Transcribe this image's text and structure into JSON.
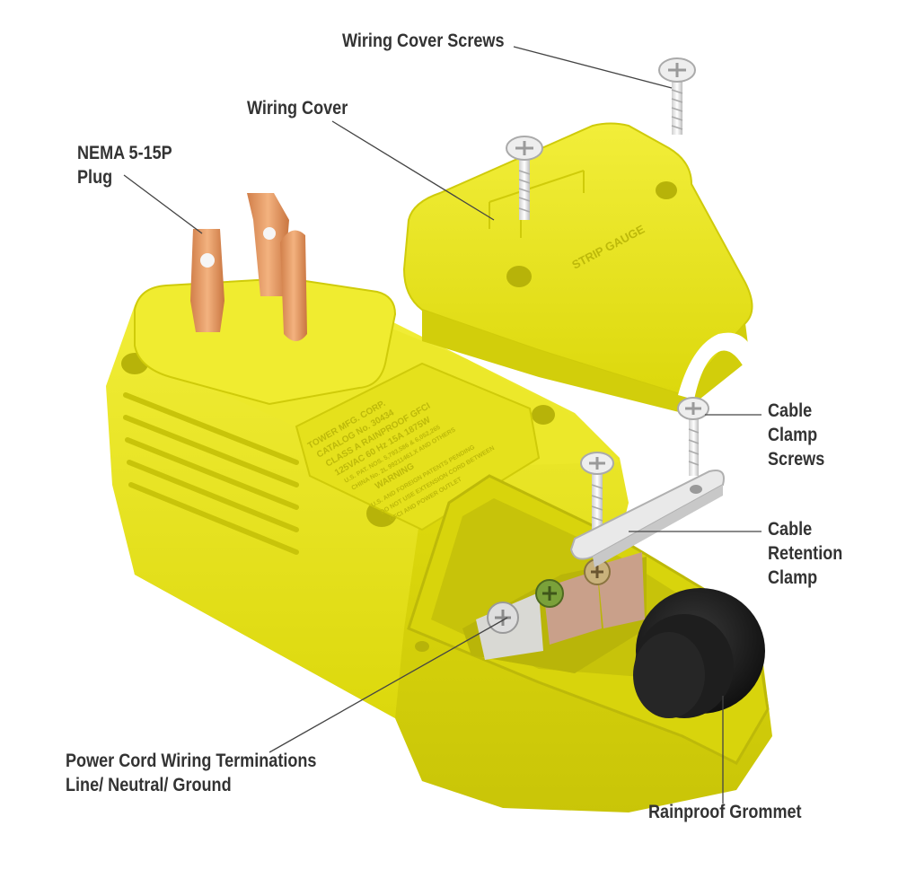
{
  "labels": {
    "wiring_cover_screws": "Wiring Cover Screws",
    "wiring_cover": "Wiring Cover",
    "plug_line1": "NEMA 5-15P",
    "plug_line2": "Plug",
    "clamp_screws_line1": "Cable",
    "clamp_screws_line2": "Clamp",
    "clamp_screws_line3": "Screws",
    "retention_line1": "Cable",
    "retention_line2": "Retention",
    "retention_line3": "Clamp",
    "terminations_line1": "Power Cord Wiring Terminations",
    "terminations_line2": "Line/ Neutral/ Ground",
    "grommet": "Rainproof Grommet"
  },
  "product_print": {
    "strip_gauge": "STRIP GAUGE",
    "body_text": [
      "TOWER MFG. CORP.",
      "CATALOG No. 30434",
      "CLASS A RAINPROOF GFCI",
      "125VAC 60 Hz 15A 1875W",
      "U.S. PAT. NOS. 5,793,586 & 6,052,265",
      "CHINA No. 2L 99211461.X AND OTHERS",
      "WARNING",
      "U.S. AND FOREIGN PATENTS PENDING",
      "DO NOT USE EXTENSION CORD BETWEEN",
      "GFCI AND POWER OUTLET"
    ]
  },
  "colors": {
    "label_text": "#333333",
    "leader_line": "#444444",
    "housing_yellow": "#e6e20f",
    "copper_blade": "#e89a64",
    "grommet": "#1a1a1a"
  }
}
